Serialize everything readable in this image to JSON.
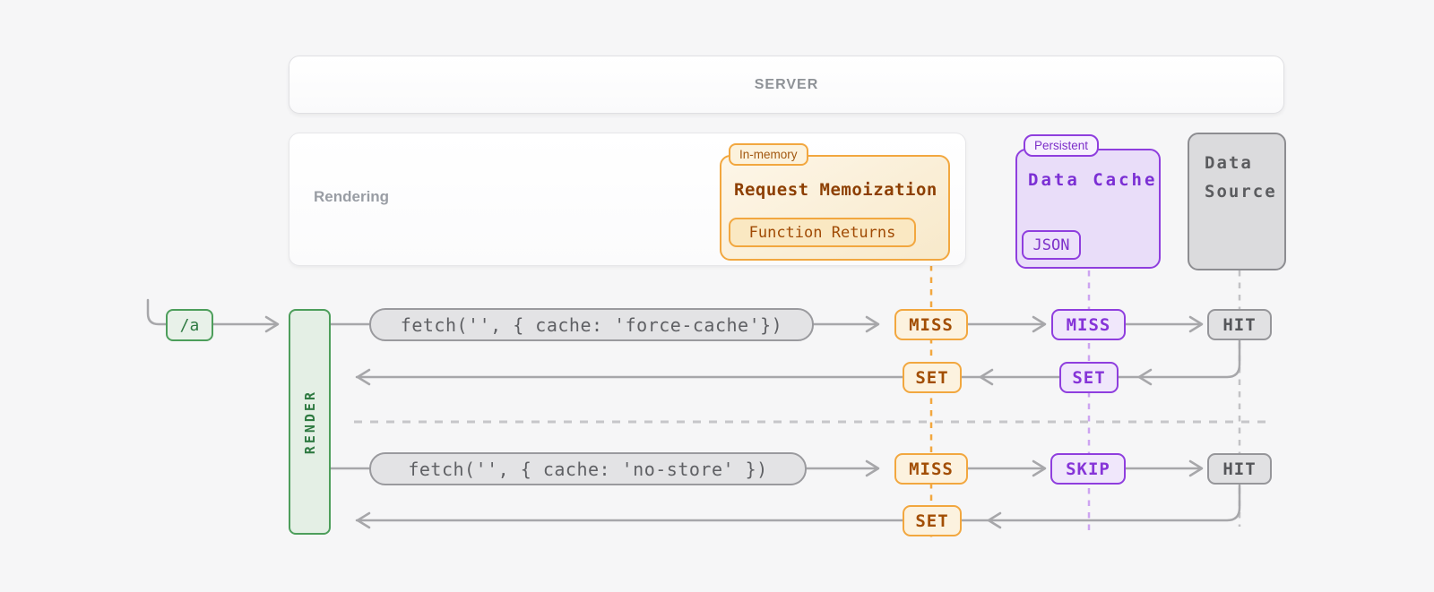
{
  "server": {
    "label": "SERVER"
  },
  "rendering": {
    "label": "Rendering"
  },
  "request_memoization": {
    "badge": "In-memory",
    "title": "Request Memoization",
    "pill": "Function Returns"
  },
  "data_cache": {
    "badge": "Persistent",
    "title": "Data Cache",
    "pill": "JSON"
  },
  "data_source": {
    "title": "Data\nSource"
  },
  "flow": {
    "route": "/a",
    "render": "RENDER",
    "row1": {
      "fetch": "fetch('', { cache: 'force-cache'})",
      "memo_result": "MISS",
      "cache_result": "MISS",
      "source_result": "HIT",
      "memo_set": "SET",
      "cache_set": "SET"
    },
    "row2": {
      "fetch": "fetch('', { cache: 'no-store' })",
      "memo_result": "MISS",
      "cache_result": "SKIP",
      "source_result": "HIT",
      "memo_set": "SET"
    }
  },
  "colors": {
    "orange": "#f2a73f",
    "purple": "#8f3ede",
    "green": "#4d9e5b",
    "gray_badge": "#96969a",
    "arrow": "#a7a7aa",
    "background": "#f6f6f7"
  }
}
